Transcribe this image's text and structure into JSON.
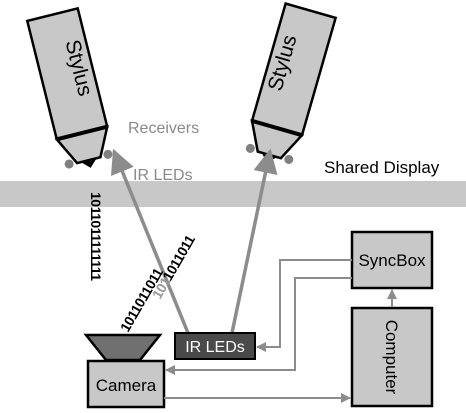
{
  "labels": {
    "stylus_left": "Stylus",
    "stylus_right": "Stylus",
    "receivers": "Receivers",
    "ir_leds_display": "IR LEDs",
    "shared_display": "Shared Display",
    "syncbox": "SyncBox",
    "computer": "Computer",
    "camera": "Camera",
    "ir_leds_box": "IR LEDs"
  },
  "bitstreams": {
    "left_vertical": "1011011111111",
    "ir_to_left": "1011011011",
    "ir_to_right_gray": "101",
    "ir_to_right_black": "1011011"
  },
  "colors": {
    "device_fill": "#c8c8c8",
    "display_band": "#c8c8c8",
    "ir_box_fill": "#4a4a4a",
    "camera_lens": "#707070",
    "arrow": "#8c8c8c"
  }
}
